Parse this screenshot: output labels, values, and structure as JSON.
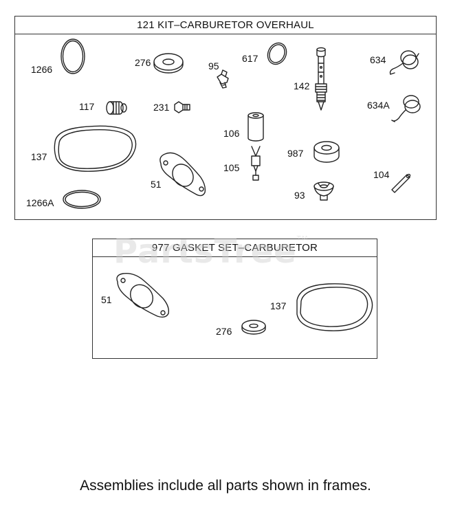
{
  "kit": {
    "title": "121 KIT–CARBURETOR OVERHAUL",
    "labels": {
      "p1266": "1266",
      "p276": "276",
      "p95": "95",
      "p617": "617",
      "p142": "142",
      "p634": "634",
      "p117": "117",
      "p231": "231",
      "p634a": "634A",
      "p106": "106",
      "p137": "137",
      "p987": "987",
      "p105": "105",
      "p51": "51",
      "p104": "104",
      "p93": "93",
      "p1266a": "1266A"
    }
  },
  "gasket_set": {
    "title": "977 GASKET SET–CARBURETOR",
    "labels": {
      "p51": "51",
      "p137": "137",
      "p276": "276"
    }
  },
  "watermark": {
    "text": "PartsTree",
    "tm": "TM"
  },
  "footer": "Assemblies include all parts shown in frames."
}
